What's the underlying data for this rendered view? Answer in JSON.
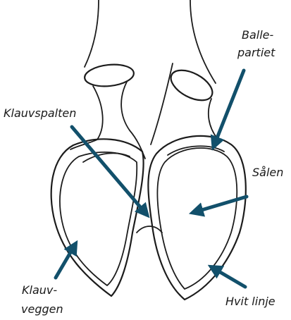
{
  "labels": {
    "balle_line1": "Balle-",
    "balle_line2": "partiet",
    "klauvspalten": "Klauvspalten",
    "salen": "Sålen",
    "klauv_line1": "Klauv-",
    "klauv_line2": "veggen",
    "hvit_linje": "Hvit linje"
  },
  "colors": {
    "arrow": "#12506b",
    "outline": "#1c1c1c",
    "background": "#ffffff"
  }
}
